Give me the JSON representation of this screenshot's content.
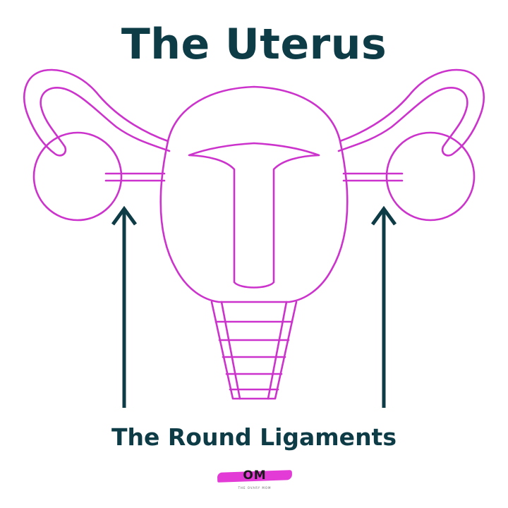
{
  "title": "The Uterus",
  "caption": "The Round Ligaments",
  "logo": {
    "text": "OM",
    "subtext": "THE OVARY MOM"
  },
  "colors": {
    "outline": "#cc33cc",
    "text": "#0d3c47",
    "logo_accent": "#e33bd6"
  },
  "icons": [
    "uterus-diagram",
    "arrow-up-icon"
  ]
}
